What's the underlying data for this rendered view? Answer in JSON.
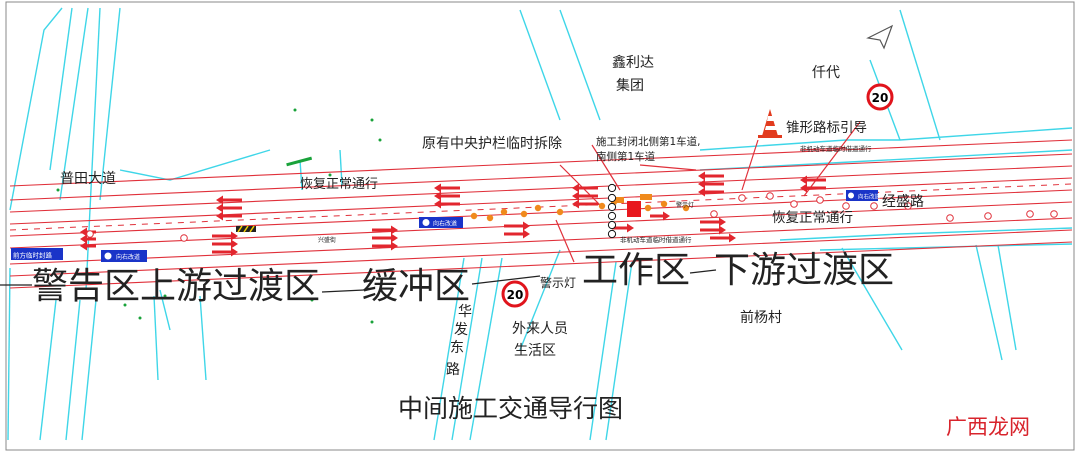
{
  "places": {
    "company": [
      "鑫利达",
      "集团"
    ],
    "qiandai": "仟代",
    "village": "前杨村",
    "workers_area": [
      "外来人员",
      "生活区"
    ]
  },
  "roads": {
    "putian": "普田大道",
    "jingsheng": "经盛路",
    "huafa": [
      "华",
      "发",
      "东",
      "路"
    ],
    "xingsheng": "兴盛街"
  },
  "annotations": {
    "resume_left": "恢复正常通行",
    "resume_right": "恢复正常通行",
    "barrier_removed": "原有中央护栏临时拆除",
    "closure_note": [
      "施工封闭北侧第1车道,",
      "南侧第1车道"
    ],
    "cone_guide": "锥形路标引导",
    "nonmotor_top": "非机动车道临时借道通行",
    "nonmotor_bottom": "非机动车道临时借道通行",
    "warning_light": "警示灯",
    "warning_light_small": "警示灯"
  },
  "zones": {
    "warning": "警告区",
    "upstream": "上游过渡区",
    "buffer": "缓冲区",
    "work": "工作区",
    "downstream": "下游过渡区"
  },
  "signs": {
    "speed_limit": "20",
    "right_detour": "向右改道",
    "ahead_closure": "前方临时封路"
  },
  "title": "中间施工交通导行图",
  "watermark": "广西龙网",
  "colors": {
    "road_line": "#e0303a",
    "cyan_line": "#3fd6e8",
    "arrow_red": "#e2262e",
    "sign_blue": "#1a34c8",
    "cone_orange": "#f08a1c",
    "work_zone": "#e8181e"
  }
}
